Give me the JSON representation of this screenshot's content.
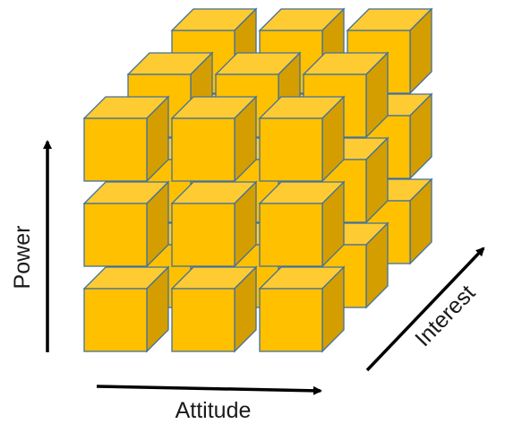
{
  "diagram": {
    "axes": {
      "power_label": "Power",
      "attitude_label": "Attitude",
      "interest_label": "Interest"
    },
    "grid": {
      "layers": 3,
      "rows": 3,
      "columns": 3
    },
    "colors": {
      "cube_front": "#ffc000",
      "cube_top": "#ffcb33",
      "cube_side": "#d49e00",
      "cube_stroke": "#41719c",
      "arrow": "#000000"
    }
  }
}
